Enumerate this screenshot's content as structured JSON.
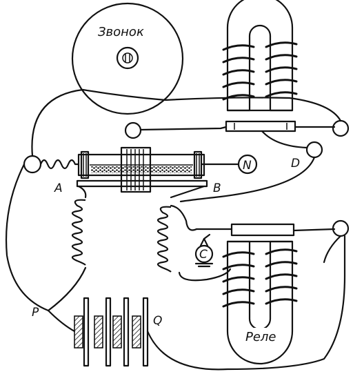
{
  "labels": {
    "bell": "Звонок",
    "relay": "Реле",
    "a": "A",
    "b": "B",
    "n": "N",
    "d": "D",
    "c": "C",
    "p": "P",
    "q": "Q"
  }
}
